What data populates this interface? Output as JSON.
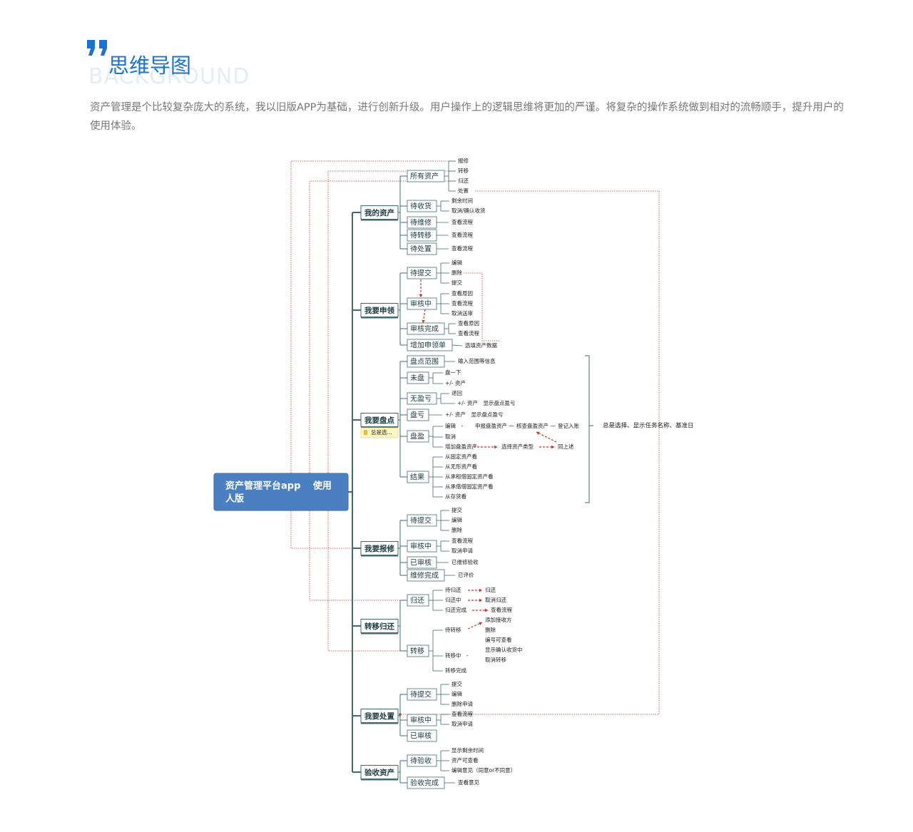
{
  "header": {
    "title": "思维导图",
    "background_word": "BACKGROUND",
    "intro": "资产管理是个比较复杂庞大的系统，我以旧版APP为基础，进行创新升级。用户操作上的逻辑思维将更加的严谨。将复杂的操作系统做到相对的流畅顺手，提升用户的使用体验。"
  },
  "colors": {
    "accent": "#1a73d2",
    "root": "#4a7fc1",
    "line": "#3f6b6e",
    "dashed": "#c0392b",
    "bg_word": "#e3edf8"
  },
  "mindmap": {
    "root": {
      "line1": "资产管理平台app　 使用",
      "line2": "人版"
    },
    "summary_note": "总是选择、显示任务名称、基准日",
    "sticky_note": "总是选...",
    "branches": [
      {
        "label": "我的资产",
        "children": [
          {
            "label": "所有资产",
            "leaves": [
              "报修",
              "转移",
              "归还",
              "处置"
            ]
          },
          {
            "label": "待收货",
            "leaves": [
              "剩余时间",
              "取消/确认收货"
            ]
          },
          {
            "label": "待维修",
            "leaves": [
              "查看流程"
            ]
          },
          {
            "label": "待转移",
            "leaves": [
              "查看流程"
            ]
          },
          {
            "label": "待处置",
            "leaves": [
              "查看流程"
            ]
          }
        ]
      },
      {
        "label": "我要申领",
        "children": [
          {
            "label": "待提交",
            "leaves": [
              "编辑",
              "删除",
              "提交"
            ]
          },
          {
            "label": "审核中",
            "leaves": [
              "查看原因",
              "查看流程",
              "取消送审"
            ]
          },
          {
            "label": "审核完成",
            "leaves": [
              "查看原因",
              "查看流程"
            ]
          },
          {
            "label": "增加申领单",
            "leaves": [
              "选填资产数据"
            ]
          }
        ]
      },
      {
        "label": "我要盘点",
        "children": [
          {
            "label": "盘点范围",
            "leaves": [
              "输入范围等信息"
            ]
          },
          {
            "label": "未盘",
            "leaves": [
              "盘一下",
              "+/- 资产"
            ]
          },
          {
            "label": "无盈亏",
            "leaves": [
              "退回",
              "+/- 资产　显示盘点盈亏"
            ]
          },
          {
            "label": "盘亏",
            "leaves": [
              "+/- 资产　显示盘点盈亏"
            ]
          },
          {
            "label": "盘盈",
            "leaves": [
              "编辑　-",
              "取消",
              "增加盘盈资产"
            ],
            "flow1": [
              "申报盘盈资产 —",
              "核查盘盈资产 —",
              "登记入账"
            ],
            "flow2": [
              "选择资产类型",
              "同上述"
            ]
          },
          {
            "label": "结果",
            "leaves": [
              "从固定资产看",
              "从无形资产看",
              "从承租借固定资产看",
              "从承借借固定资产看",
              "从存货看"
            ]
          }
        ]
      },
      {
        "label": "我要报修",
        "children": [
          {
            "label": "待提交",
            "leaves": [
              "提交",
              "编辑",
              "删除"
            ]
          },
          {
            "label": "审核中",
            "leaves": [
              "查看流程",
              "取消申请"
            ]
          },
          {
            "label": "已审核",
            "leaves": [
              "已维修验收"
            ]
          },
          {
            "label": "维修完成",
            "leaves": [
              "已评价"
            ]
          }
        ]
      },
      {
        "label": "转移归还",
        "children": [
          {
            "label": "归还",
            "leaves": [
              "待归还",
              "归还中",
              "归还完成"
            ],
            "targets": [
              "归还",
              "取消归还",
              "查看流程"
            ]
          },
          {
            "label": "转移",
            "leaves": [
              "待转移",
              "转移中　-",
              "转移完成"
            ],
            "targets": [
              "添加接收方",
              "删除",
              "编号可查看",
              "显示确认收货中",
              "取消转移"
            ]
          }
        ]
      },
      {
        "label": "我要处置",
        "children": [
          {
            "label": "待提交",
            "leaves": [
              "提交",
              "编辑",
              "删除申请"
            ]
          },
          {
            "label": "审核中",
            "leaves": [
              "查看流程",
              "取消申请"
            ]
          },
          {
            "label": "已审核",
            "leaves": []
          }
        ]
      },
      {
        "label": "验收资产",
        "children": [
          {
            "label": "待验收",
            "leaves": [
              "显示剩余时间",
              "资产可查看",
              "编辑意见（同意or不同意）"
            ]
          },
          {
            "label": "验收完成",
            "leaves": [
              "查看意见"
            ]
          }
        ]
      }
    ]
  }
}
